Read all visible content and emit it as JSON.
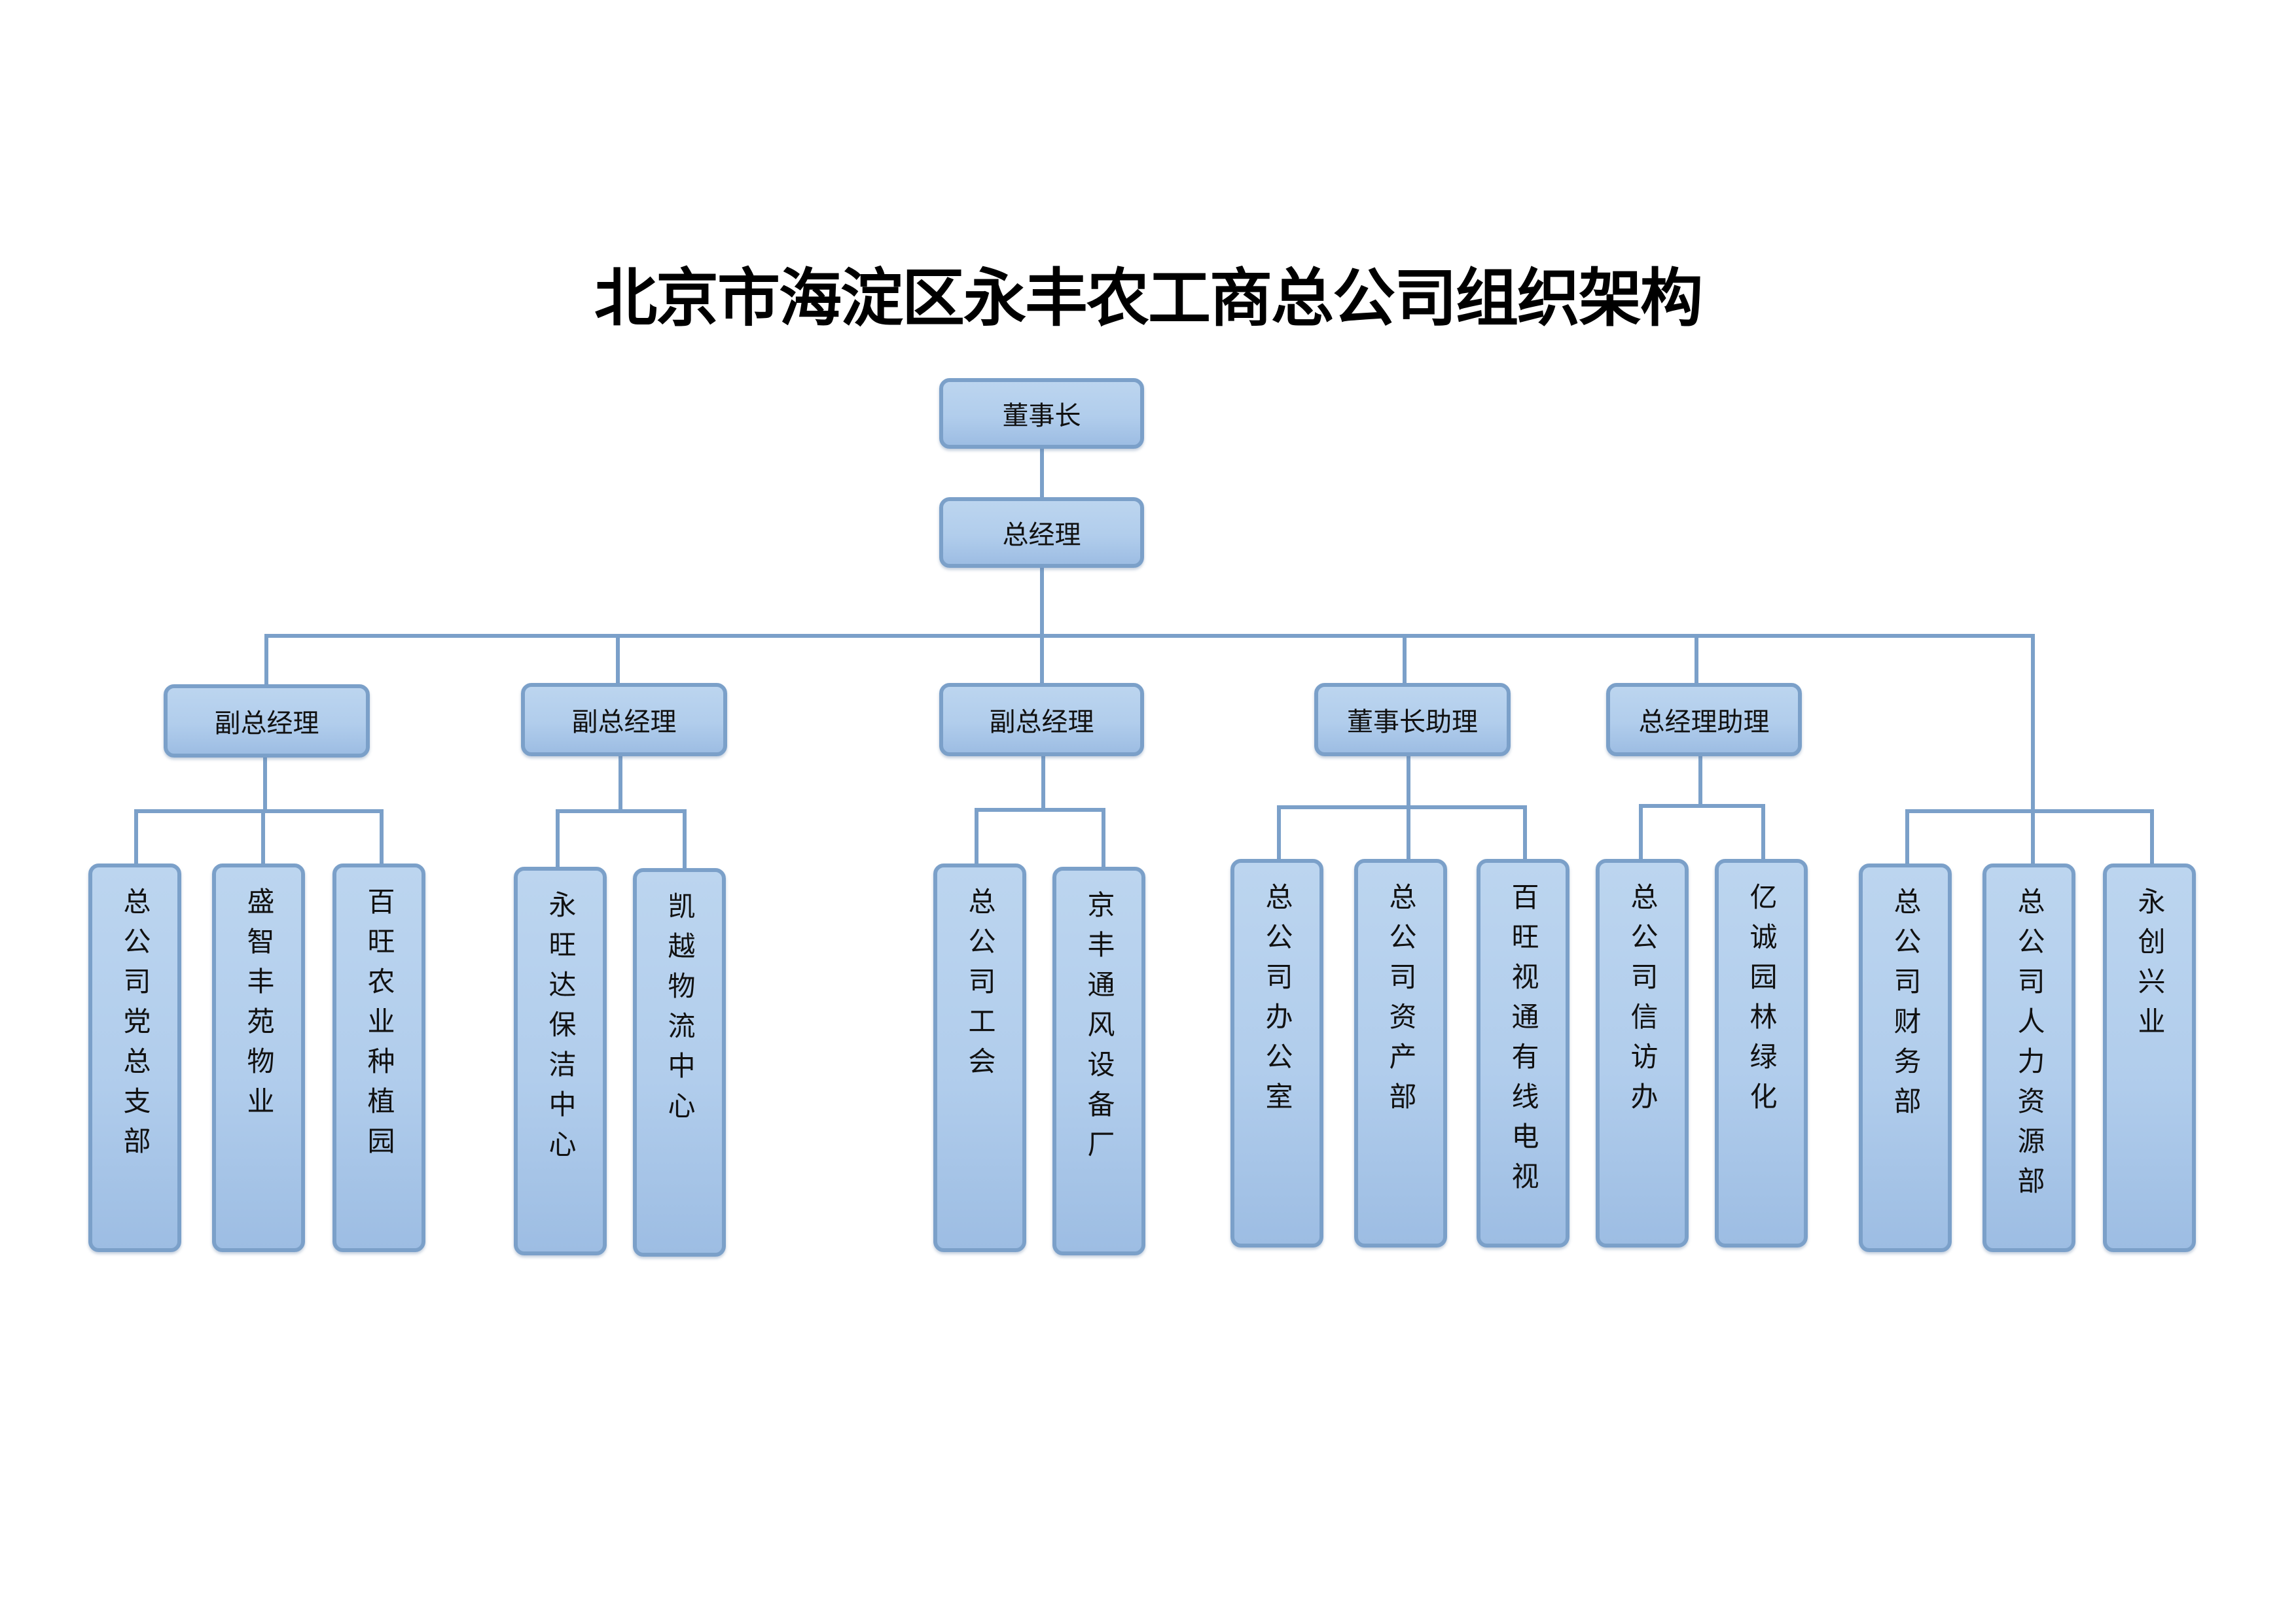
{
  "title": "北京市海淀区永丰农工商总公司组织架构",
  "colors": {
    "line": "#7ba0c9",
    "box_border": "#7ba0c9",
    "box_fill_top": "#bcd5ef",
    "box_fill_bottom": "#9dbde3"
  },
  "nodes": {
    "chairman": "董事长",
    "general_manager": "总经理",
    "level2": [
      {
        "id": "vgm1",
        "label": "副总经理",
        "children": [
          "总公司党总支部",
          "盛智丰苑物业",
          "百旺农业种植园"
        ]
      },
      {
        "id": "vgm2",
        "label": "副总经理",
        "children": [
          "永旺达保洁中心",
          "凯越物流中心"
        ]
      },
      {
        "id": "vgm3",
        "label": "副总经理",
        "children": [
          "总公司工会",
          "京丰通风设备厂"
        ]
      },
      {
        "id": "chair_asst",
        "label": "董事长助理",
        "children": [
          "总公司办公室",
          "总公司资产部",
          "百旺视通有线电视"
        ]
      },
      {
        "id": "gm_asst",
        "label": "总经理助理",
        "children": [
          "总公司信访办",
          "亿诚园林绿化"
        ]
      },
      {
        "id": "gm_direct",
        "label": "",
        "children": [
          "总公司财务部",
          "总公司人力资源部",
          "永创兴业"
        ]
      }
    ]
  }
}
